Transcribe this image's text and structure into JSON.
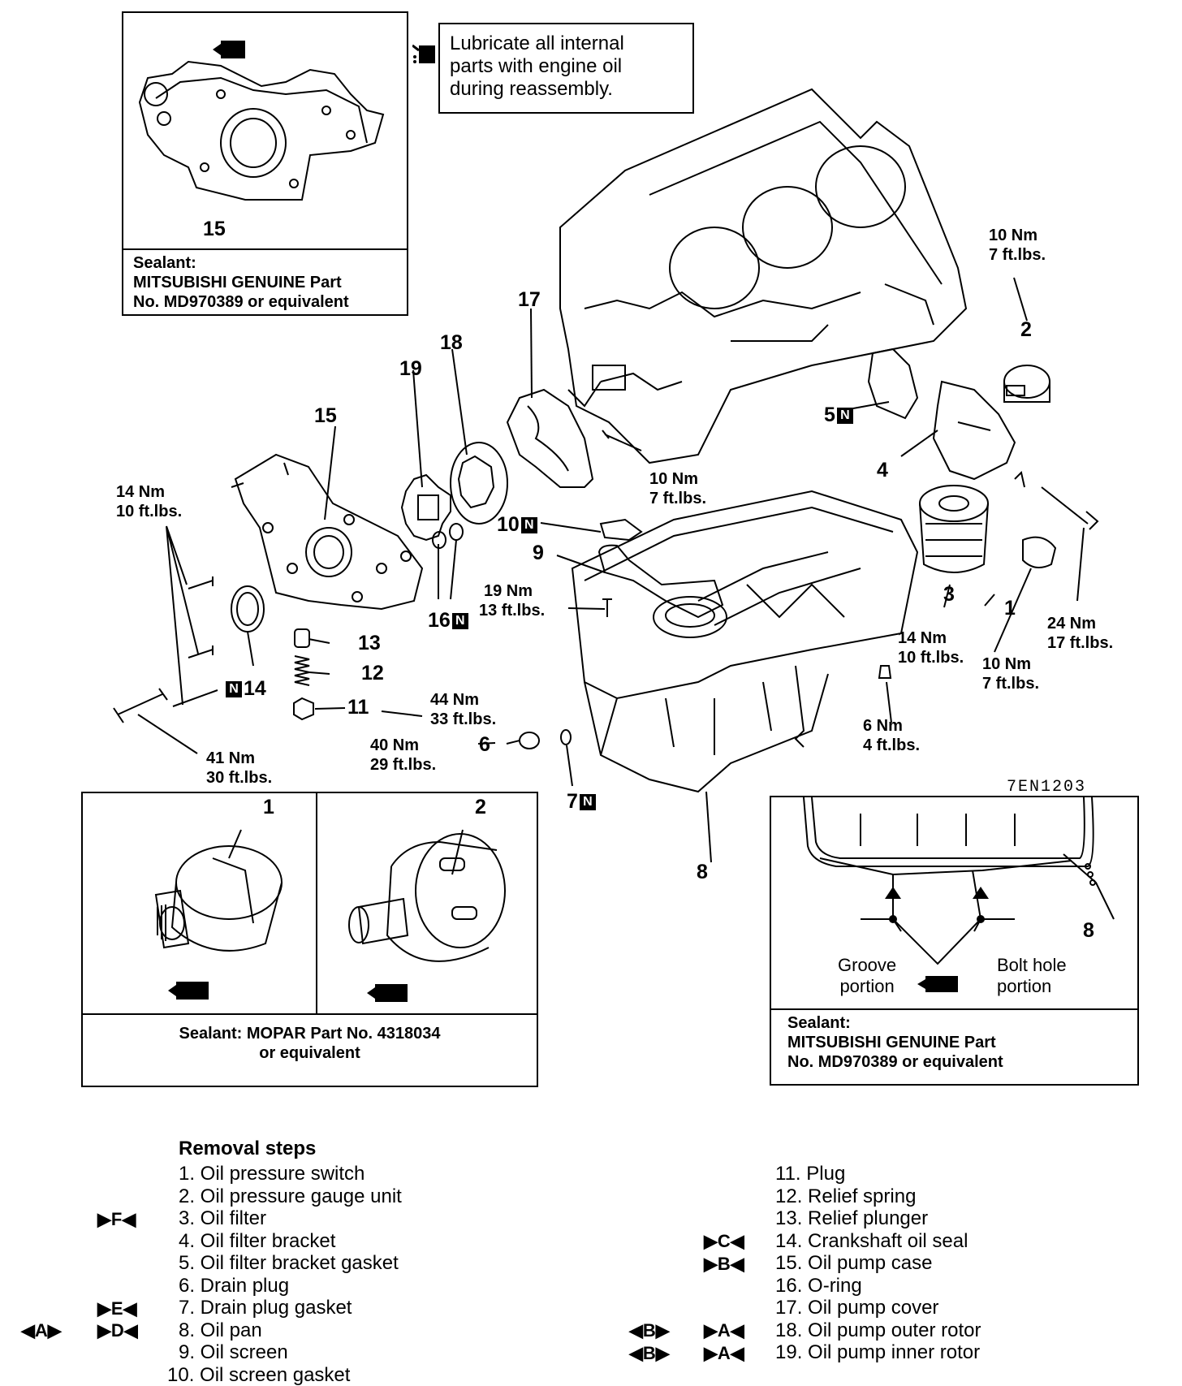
{
  "lubricate_note": [
    "Lubricate all internal",
    "parts with engine oil",
    "during reassembly."
  ],
  "inset_top": {
    "callout": "15",
    "sealant": [
      "Sealant:",
      "MITSUBISHI GENUINE Part",
      "No. MD970389 or equivalent"
    ]
  },
  "inset_bottom_left": {
    "callouts": [
      "1",
      "2"
    ],
    "sealant": [
      "Sealant: MOPAR Part No. 4318034",
      "or equivalent"
    ]
  },
  "inset_bottom_right": {
    "code": "7EN1203",
    "callout": "8",
    "groove": [
      "Groove",
      "portion"
    ],
    "bolt_hole": [
      "Bolt hole",
      "portion"
    ],
    "sealant": [
      "Sealant:",
      "MITSUBISHI GENUINE Part",
      "No. MD970389 or equivalent"
    ]
  },
  "n_mark": "N",
  "callouts": {
    "c1": "1",
    "c2": "2",
    "c3": "3",
    "c4": "4",
    "c5": "5",
    "c6": "6",
    "c7": "7",
    "c8": "8",
    "c9": "9",
    "c10": "10",
    "c11": "11",
    "c12": "12",
    "c13": "13",
    "c14": "14",
    "c15": "15",
    "c16": "16",
    "c17": "17",
    "c18": "18",
    "c19": "19"
  },
  "torques": {
    "t_10nm_top": [
      "10 Nm",
      "7 ft.lbs."
    ],
    "t_10nm_cover": [
      "10 Nm",
      "7 ft.lbs."
    ],
    "t_14nm_left": [
      "14 Nm",
      "10 ft.lbs."
    ],
    "t_19nm": [
      "19 Nm",
      "13 ft.lbs."
    ],
    "t_14nm_filter": [
      "14 Nm",
      "10 ft.lbs."
    ],
    "t_10nm_switch": [
      "10 Nm",
      "7 ft.lbs."
    ],
    "t_24nm": [
      "24 Nm",
      "17 ft.lbs."
    ],
    "t_44nm": [
      "44 Nm",
      "33 ft.lbs."
    ],
    "t_40nm": [
      "40 Nm",
      "29 ft.lbs."
    ],
    "t_41nm": [
      "41 Nm",
      "30 ft.lbs."
    ],
    "t_6nm": [
      "6 Nm",
      "4 ft.lbs."
    ]
  },
  "removal": {
    "title": "Removal steps",
    "left": [
      {
        "marks": "",
        "text": "1. Oil pressure switch"
      },
      {
        "marks": "",
        "text": "2. Oil pressure gauge unit"
      },
      {
        "marks": "▶F◀",
        "text": "3. Oil filter"
      },
      {
        "marks": "",
        "text": "4. Oil filter bracket"
      },
      {
        "marks": "",
        "text": "5. Oil filter bracket gasket"
      },
      {
        "marks": "",
        "text": "6. Drain plug"
      },
      {
        "marks": "▶E◀",
        "text": "7. Drain plug gasket"
      },
      {
        "marks": "▶D◀",
        "outer": "◀A▶",
        "text": "8. Oil pan"
      },
      {
        "marks": "",
        "text": "9. Oil screen"
      },
      {
        "marks": "",
        "text": "10. Oil screen gasket"
      }
    ],
    "right": [
      {
        "marks": "",
        "text": "11. Plug"
      },
      {
        "marks": "",
        "text": "12. Relief spring"
      },
      {
        "marks": "",
        "text": "13. Relief plunger"
      },
      {
        "marks": "▶C◀",
        "text": "14. Crankshaft oil seal"
      },
      {
        "marks": "▶B◀",
        "text": "15. Oil pump case"
      },
      {
        "marks": "",
        "text": "16. O-ring"
      },
      {
        "marks": "",
        "text": "17. Oil pump cover"
      },
      {
        "marks": "▶A◀",
        "outer": "◀B▶",
        "text": "18. Oil pump outer rotor"
      },
      {
        "marks": "▶A◀",
        "outer": "◀B▶",
        "text": "19. Oil pump inner rotor"
      }
    ]
  }
}
